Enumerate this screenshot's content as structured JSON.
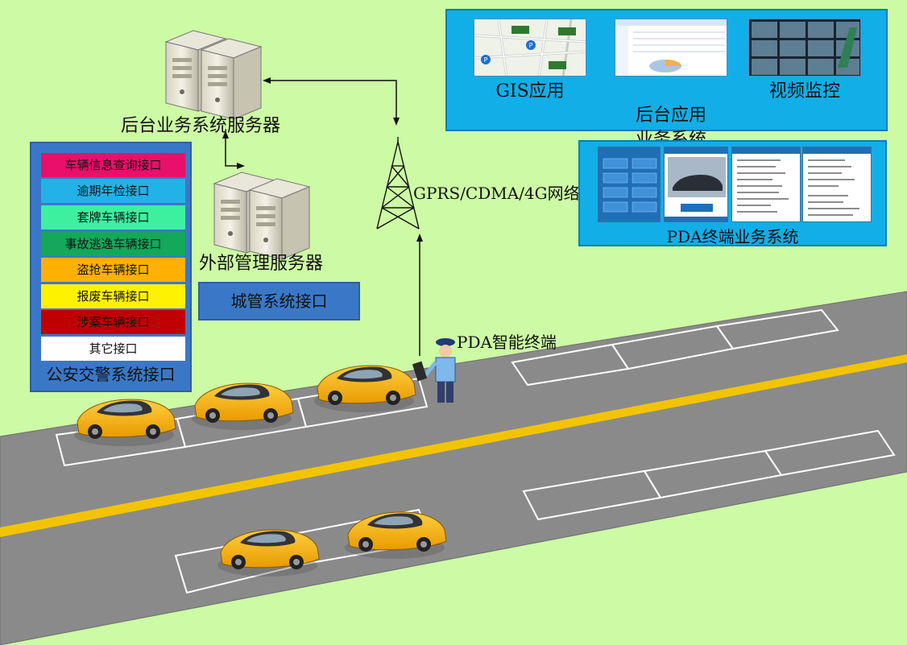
{
  "servers": {
    "backend_label": "后台业务系统服务器",
    "external_label": "外部管理服务器"
  },
  "network": {
    "label": "GPRS/CDMA/4G网络"
  },
  "terminal": {
    "label": "PDA智能终端"
  },
  "police": {
    "title": "公安交警系统接口",
    "interfaces": [
      {
        "label": "车辆信息查询接口",
        "color": "#e8106a"
      },
      {
        "label": "逾期年检接口",
        "color": "#22b2e8"
      },
      {
        "label": "套牌车辆接口",
        "color": "#3df0a0"
      },
      {
        "label": "事故逃逸车辆接口",
        "color": "#13a85a"
      },
      {
        "label": "盗抢车辆接口",
        "color": "#ffb000"
      },
      {
        "label": "报废车辆接口",
        "color": "#fff200"
      },
      {
        "label": "涉案车辆接口",
        "color": "#c00000"
      },
      {
        "label": "其它接口",
        "color": "#ffffff"
      }
    ]
  },
  "city": {
    "label": "城管系统接口"
  },
  "apps": {
    "items": [
      {
        "label": "GIS应用",
        "icon": "map-thumbnail"
      },
      {
        "label": "后台应用\n业务系统",
        "icon": "dashboard-thumbnail"
      },
      {
        "label": "视频监控",
        "icon": "video-wall-thumbnail"
      }
    ]
  },
  "pda_system": {
    "title": "PDA终端业务系统"
  },
  "colors": {
    "background": "#cdfaa5",
    "road": "#8a8a8a",
    "center_line": "#f2c400",
    "panel_blue": "#12aee8",
    "interface_box_blue": "#3a78c7",
    "car_yellow": "#f5b400"
  }
}
